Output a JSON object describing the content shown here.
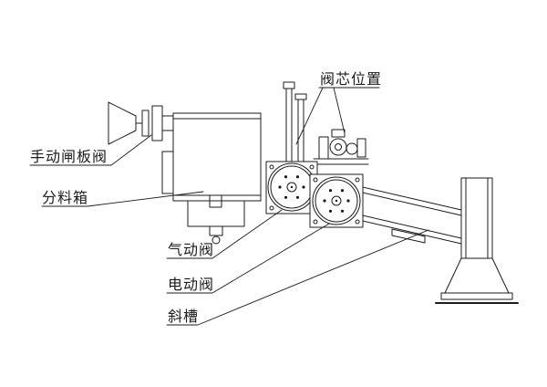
{
  "labels": {
    "valve_core_position": "阀芯位置",
    "manual_gate_valve": "手动闸板阀",
    "distribution_box": "分料箱",
    "pneumatic_valve": "气动阀",
    "electric_valve": "电动阀",
    "chute": "斜槽"
  },
  "colors": {
    "line": "#1c1c1c",
    "background": "#ffffff"
  }
}
